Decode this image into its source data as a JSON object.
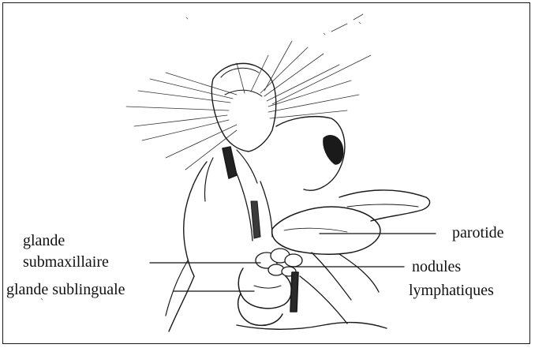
{
  "figure": {
    "labels": {
      "parotide": "parotide",
      "nodules_line1": "nodules",
      "nodules_line2": "lymphatiques",
      "submaxillaire_line1": "glande",
      "submaxillaire_line2": "submaxillaire",
      "sublinguale": "glande sublinguale"
    },
    "colors": {
      "ink": "#111111",
      "background": "#ffffff"
    }
  }
}
